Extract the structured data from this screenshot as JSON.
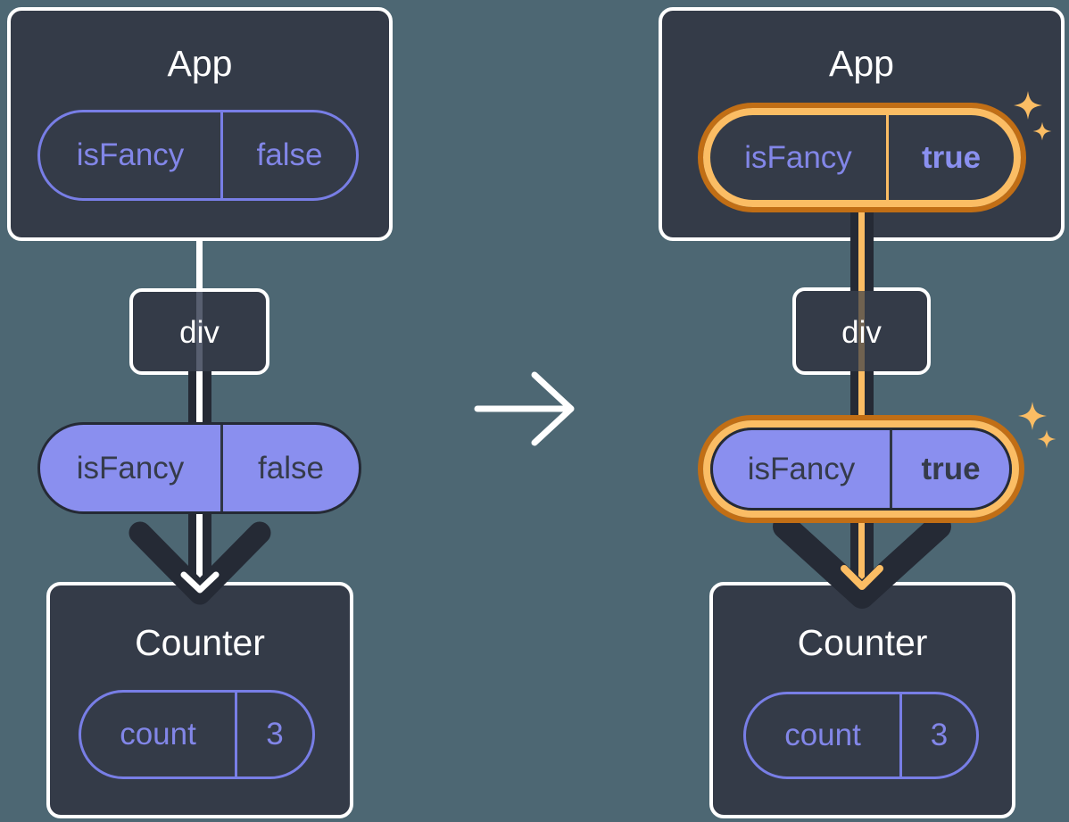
{
  "colors": {
    "background": "#4D6773",
    "box_fill": "#343B48",
    "box_border": "#FFFFFF",
    "purple_accent": "#8286E8",
    "purple_pill_fill": "#8A8FEF",
    "dark_line": "#252A35",
    "dark_text": "#353B4A",
    "highlight_ring_outer": "#C16E15",
    "highlight_ring_inner": "#FBBD64",
    "transition_arrow": "#FFFFFF"
  },
  "panels": {
    "before": {
      "app": {
        "title": "App",
        "state_pill": {
          "name": "isFancy",
          "value": "false"
        }
      },
      "div_node": {
        "label": "div"
      },
      "prop_pill": {
        "name": "isFancy",
        "value": "false"
      },
      "counter": {
        "title": "Counter",
        "state_pill": {
          "name": "count",
          "value": "3"
        }
      }
    },
    "after": {
      "app": {
        "title": "App",
        "state_pill": {
          "name": "isFancy",
          "value": "true"
        }
      },
      "div_node": {
        "label": "div"
      },
      "prop_pill": {
        "name": "isFancy",
        "value": "true"
      },
      "counter": {
        "title": "Counter",
        "state_pill": {
          "name": "count",
          "value": "3"
        }
      }
    }
  },
  "icons": {
    "transition_arrow": "right-arrow-icon",
    "highlight_sparkles": "sparkle-icon"
  }
}
